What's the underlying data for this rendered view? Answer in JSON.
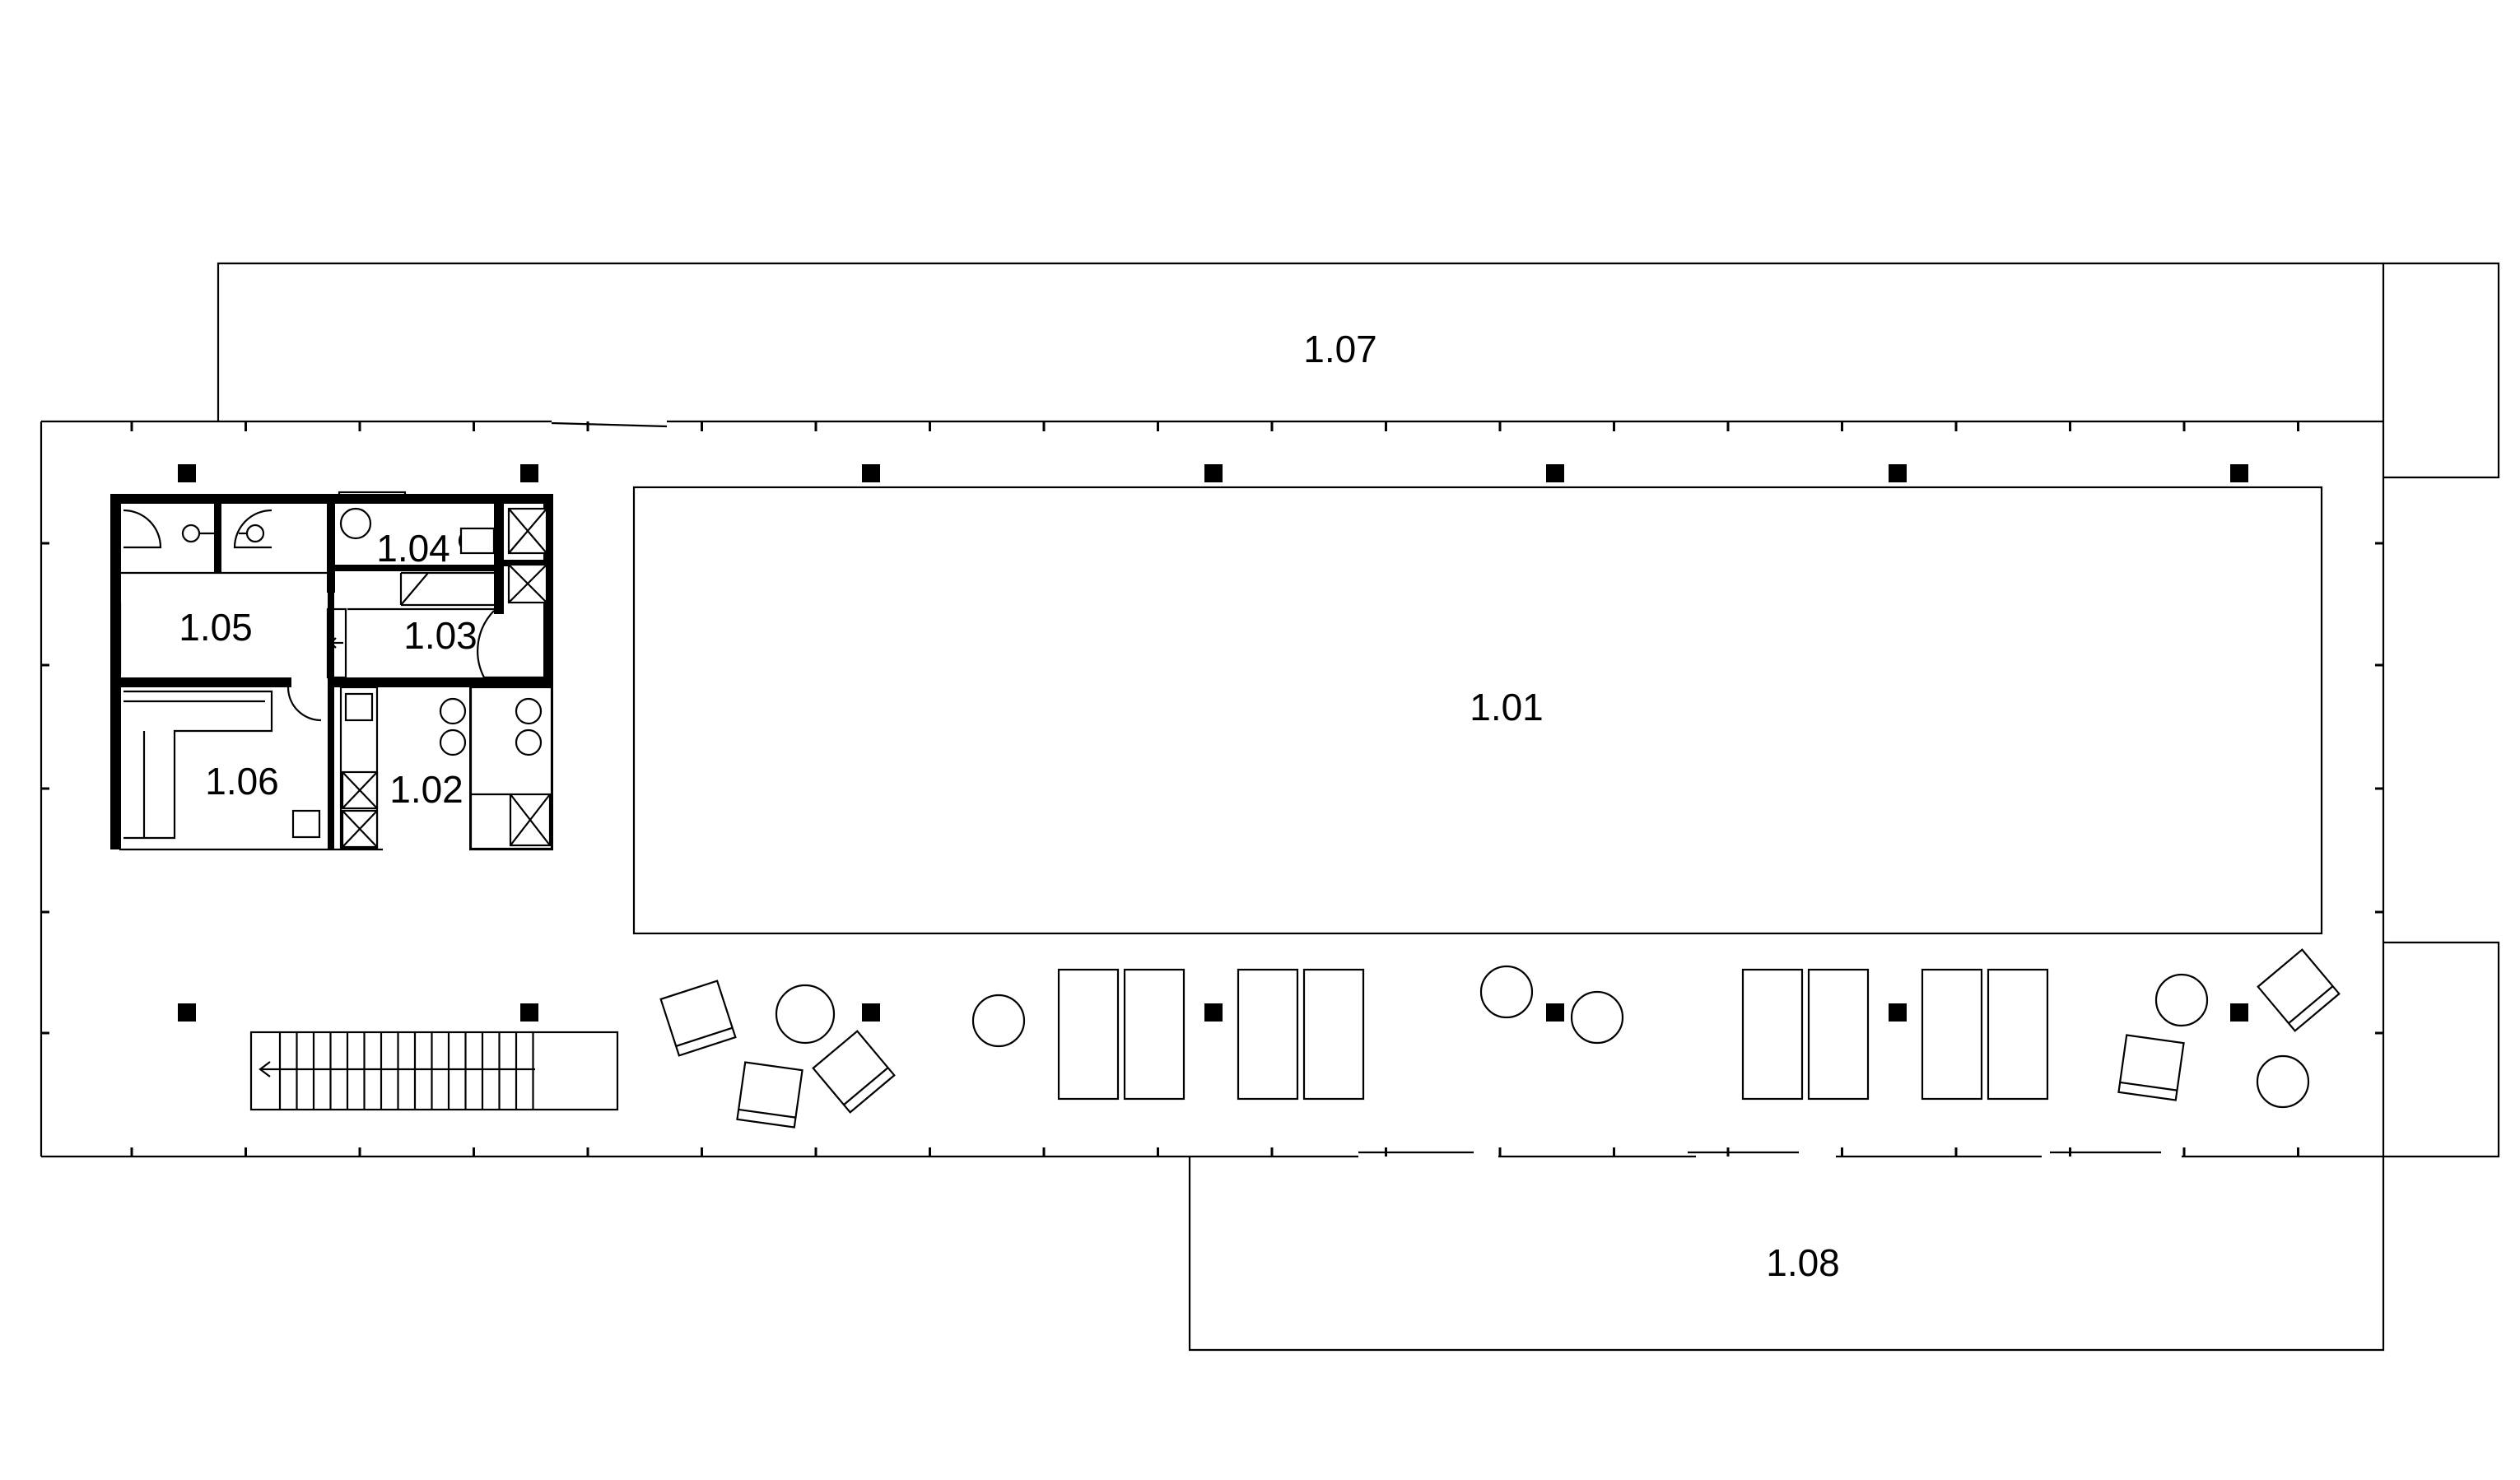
{
  "rooms": [
    {
      "id": "r101",
      "label": "1.01"
    },
    {
      "id": "r102",
      "label": "1.02"
    },
    {
      "id": "r103",
      "label": "1.03"
    },
    {
      "id": "r104",
      "label": "1.04"
    },
    {
      "id": "r105",
      "label": "1.05"
    },
    {
      "id": "r106",
      "label": "1.06"
    },
    {
      "id": "r107",
      "label": "1.07"
    },
    {
      "id": "r108",
      "label": "1.08"
    }
  ]
}
